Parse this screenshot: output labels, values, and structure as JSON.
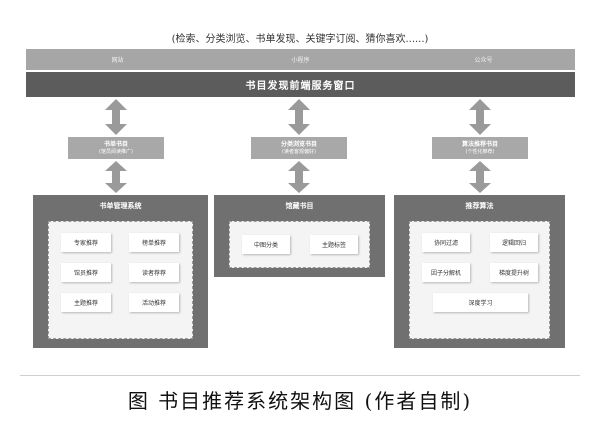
{
  "header": {
    "caption": "(检索、分类浏览、书单发现、关键字订阅、猜你喜欢......)"
  },
  "channels": [
    "网站",
    "小程序",
    "公众号"
  ],
  "service": {
    "title": "书目发现前端服务窗口"
  },
  "middle": [
    {
      "title": "书单书目",
      "subtitle": "(馆员阅读推广)"
    },
    {
      "title": "分类浏览书目",
      "subtitle": "(读者客观偏好)"
    },
    {
      "title": "算法推荐书目",
      "subtitle": "(个性化推荐)"
    }
  ],
  "modules": [
    {
      "title": "书单管理系统",
      "items": [
        "专家推荐",
        "榜单推荐",
        "馆员推荐",
        "读者荐荐",
        "主题推荐",
        "活动推荐"
      ]
    },
    {
      "title": "馆藏书目",
      "items": [
        "中图分类",
        "主题标签"
      ]
    },
    {
      "title": "推荐算法",
      "items": [
        "协同过滤",
        "逻辑回归",
        "因子分解机",
        "梯度提升树",
        "深度学习"
      ]
    }
  ],
  "figure_caption": "图 书目推荐系统架构图 (作者自制)",
  "colors": {
    "channel_bar": "#a6a6a6",
    "service_bar": "#5c5c5c",
    "module_bg": "#707070",
    "middle_box": "#a8a8a8",
    "arrow": "#9a9a9a"
  }
}
